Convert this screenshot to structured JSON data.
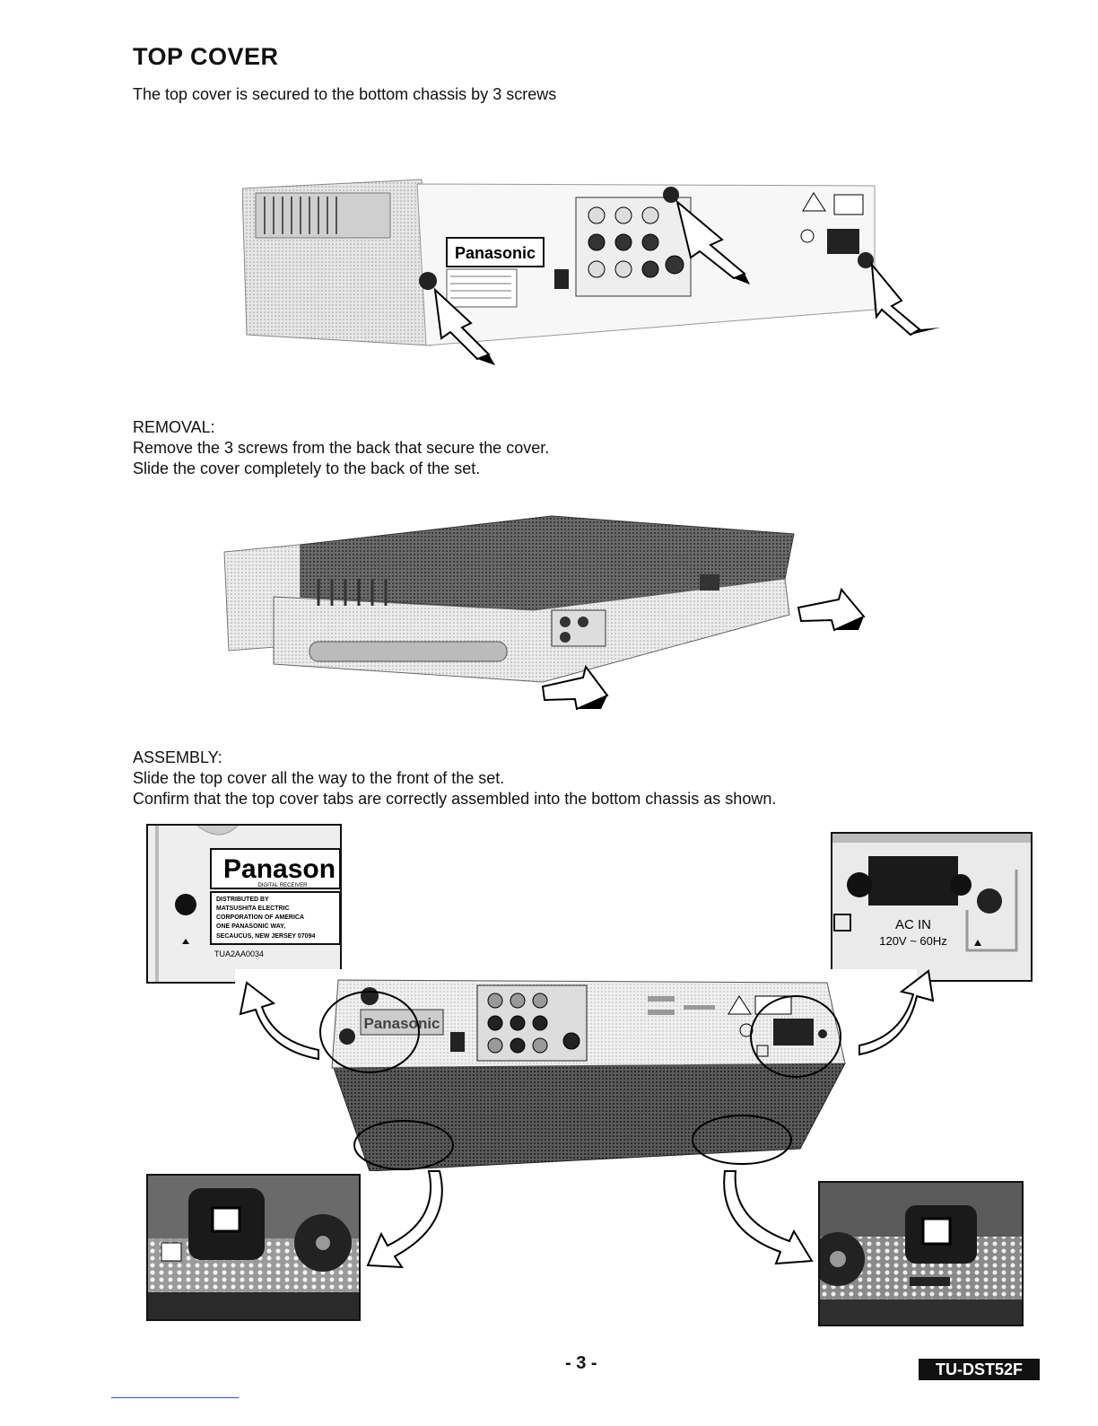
{
  "title": "TOP COVER",
  "intro": "The top cover is secured to the bottom chassis by 3 screws",
  "removal": {
    "heading": "REMOVAL:",
    "lines": [
      "Remove the 3 screws from the back that secure the cover.",
      "Slide the cover completely to the back of the set."
    ]
  },
  "assembly": {
    "heading": "ASSEMBLY:",
    "lines": [
      "Slide the top cover all the way to the front of the set.",
      "Confirm that the top cover tabs are correctly assembled into the bottom chassis as shown."
    ]
  },
  "labels": {
    "brand": "Panasonic",
    "brand_partial": "Panason",
    "receiver": "DIGITAL RECEIVER",
    "part_number": "TUA2AA0034",
    "ac_in": "AC IN",
    "ac_rating": "120V ~ 60Hz",
    "dist_lines": [
      "DISTRIBUTED BY",
      "MATSUSHITA ELECTRIC",
      "CORPORATION OF AMERICA",
      "ONE PANASONIC WAY,",
      "SECAUCUS, NEW JERSEY 07094"
    ]
  },
  "footer": {
    "page_number": "- 3 -",
    "model": "TU-DST52F"
  }
}
